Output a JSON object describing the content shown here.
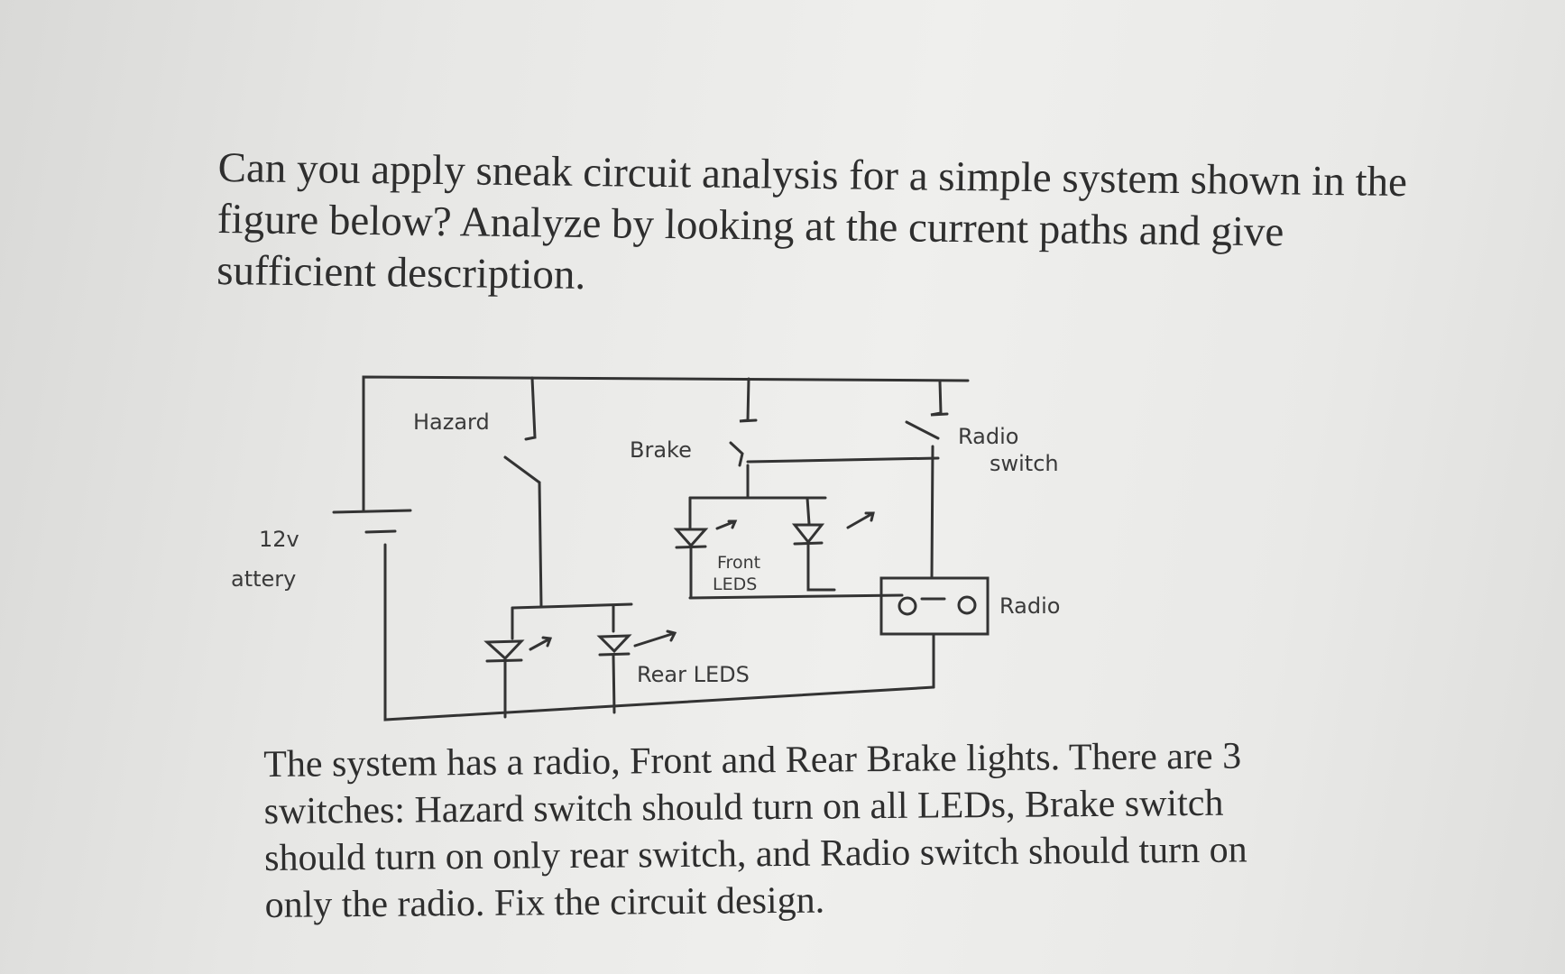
{
  "question": {
    "lines": [
      "Can you apply sneak circuit analysis for a simple system shown in the",
      "figure below? Analyze by looking at the current paths and give",
      "sufficient description."
    ]
  },
  "diagram": {
    "labels": {
      "hazard": "Hazard",
      "brake": "Brake",
      "radio_switch_line1": "Radio",
      "radio_switch_line2": "switch",
      "voltage": "12v",
      "battery": "attery",
      "front_leds_line1": "Front",
      "front_leds_line2": "LEDS",
      "rear_leds": "Rear LEDS",
      "radio": "Radio"
    }
  },
  "description": {
    "lines": [
      "The system has a radio, Front and Rear Brake lights. There are 3",
      "switches: Hazard switch should turn on all LEDs, Brake switch",
      "should turn on only rear switch, and Radio switch should turn on",
      "only the radio. Fix the circuit design."
    ]
  }
}
